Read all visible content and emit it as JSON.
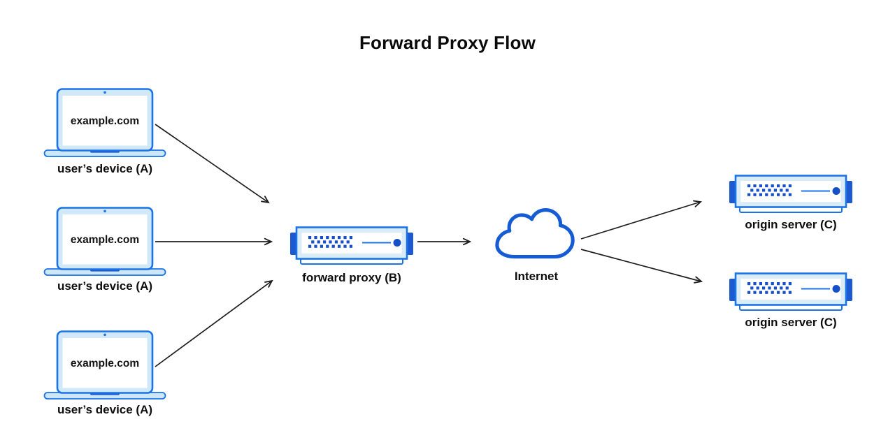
{
  "title": "Forward Proxy Flow",
  "colors": {
    "border_blue": "#1a73e8",
    "dark_blue": "#1550c8",
    "tab_blue": "#1d59d0",
    "light_fill": "#d0e8f8",
    "server_fill": "#d9ecf8",
    "cloud_stroke": "#155bd4",
    "arrow": "#1f1f1f",
    "text": "#0d0d0d"
  },
  "nodes": {
    "devices": [
      {
        "screen_text": "example.com",
        "label": "user’s device (A)"
      },
      {
        "screen_text": "example.com",
        "label": "user’s device (A)"
      },
      {
        "screen_text": "example.com",
        "label": "user’s device (A)"
      }
    ],
    "proxy": {
      "label": "forward proxy (B)"
    },
    "internet": {
      "label": "Internet"
    },
    "origin_servers": [
      {
        "label": "origin server (C)"
      },
      {
        "label": "origin server (C)"
      }
    ]
  },
  "flows": {
    "description": "devices A send requests for example.com through forward proxy B, via the Internet, to origin servers C"
  }
}
